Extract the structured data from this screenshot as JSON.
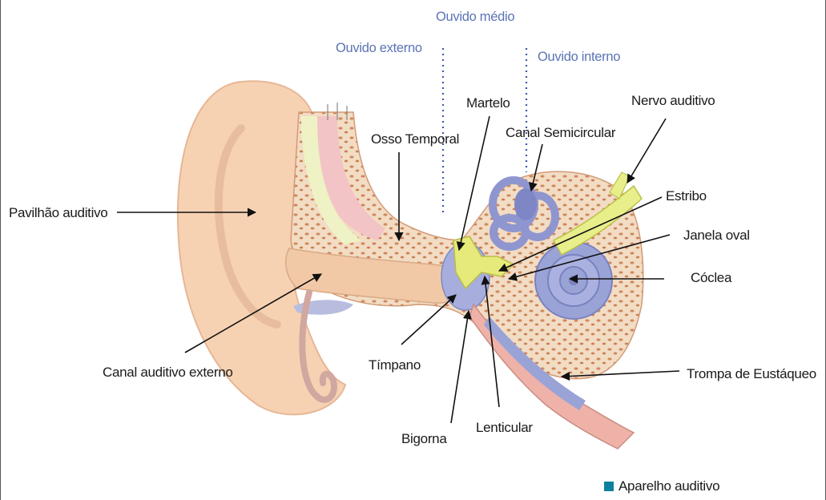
{
  "regions": {
    "middle_ear": "Ouvido médio",
    "outer_ear": "Ouvido externo",
    "inner_ear": "Ouvido interno"
  },
  "labels": {
    "pavilhao": "Pavilhão auditivo",
    "canal_externo": "Canal auditivo externo",
    "osso_temporal": "Osso Temporal",
    "martelo": "Martelo",
    "canal_semicircular": "Canal Semicircular",
    "nervo": "Nervo auditivo",
    "estribo": "Estribo",
    "janela_oval": "Janela oval",
    "coclea": "Cóclea",
    "timpano": "Tímpano",
    "bigorna": "Bigorna",
    "lenticular": "Lenticular",
    "trompa": "Trompa de Eustáqueo"
  },
  "legend": {
    "label": "Aparelho auditivo",
    "color": "#0f7f9f"
  },
  "colors": {
    "region_text": "#5b73b5",
    "skin": "#f6d2b3",
    "bone": "#f0d7bd",
    "inner_ear": "#9aa3d6",
    "ossicles": "#e6ea7a"
  }
}
